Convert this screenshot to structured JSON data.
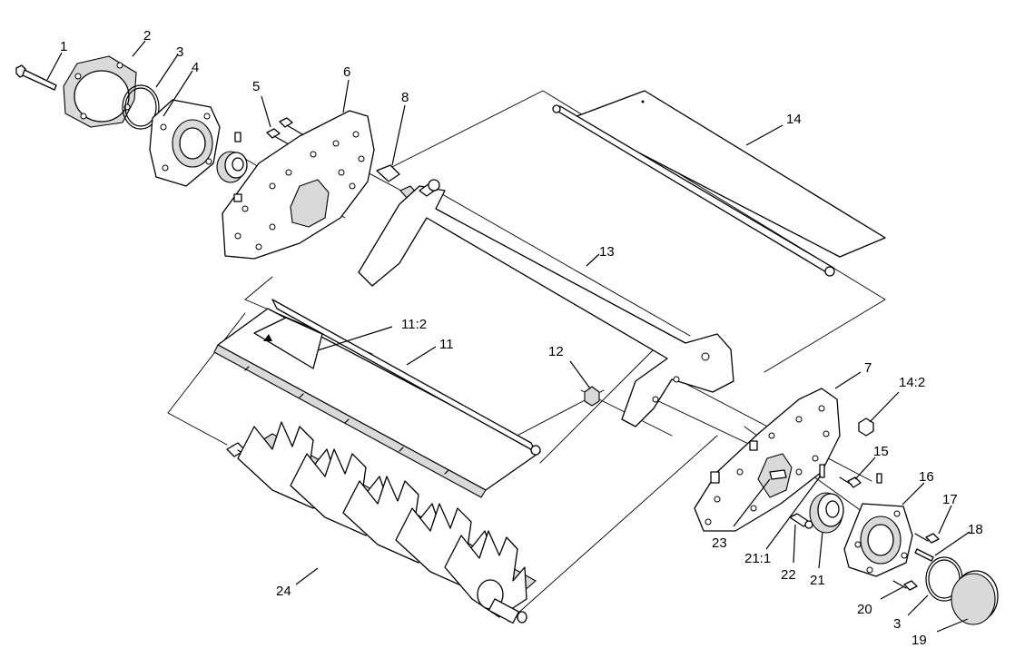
{
  "diagram": {
    "callouts": [
      {
        "id": "c1",
        "label": "1"
      },
      {
        "id": "c2",
        "label": "2"
      },
      {
        "id": "c3a",
        "label": "3"
      },
      {
        "id": "c4",
        "label": "4"
      },
      {
        "id": "c5",
        "label": "5"
      },
      {
        "id": "c6",
        "label": "6"
      },
      {
        "id": "c8",
        "label": "8"
      },
      {
        "id": "c14",
        "label": "14"
      },
      {
        "id": "c13",
        "label": "13"
      },
      {
        "id": "c11_2",
        "label": "11:2"
      },
      {
        "id": "c11",
        "label": "11"
      },
      {
        "id": "c12",
        "label": "12"
      },
      {
        "id": "c7",
        "label": "7"
      },
      {
        "id": "c14_2",
        "label": "14:2"
      },
      {
        "id": "c15",
        "label": "15"
      },
      {
        "id": "c16",
        "label": "16"
      },
      {
        "id": "c17",
        "label": "17"
      },
      {
        "id": "c18",
        "label": "18"
      },
      {
        "id": "c23",
        "label": "23"
      },
      {
        "id": "c21_1",
        "label": "21:1"
      },
      {
        "id": "c22",
        "label": "22"
      },
      {
        "id": "c21",
        "label": "21"
      },
      {
        "id": "c20",
        "label": "20"
      },
      {
        "id": "c3b",
        "label": "3"
      },
      {
        "id": "c19",
        "label": "19"
      },
      {
        "id": "c24",
        "label": "24"
      }
    ]
  }
}
